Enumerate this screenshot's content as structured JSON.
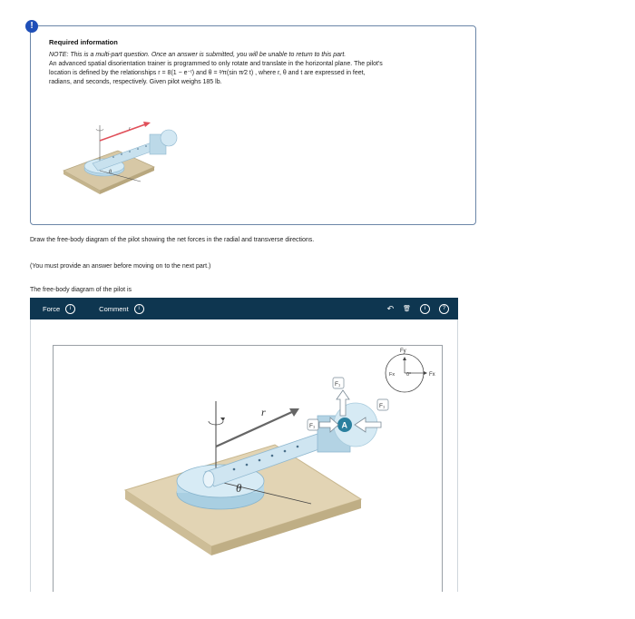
{
  "info": {
    "alert_symbol": "!",
    "title": "Required information",
    "note_line1_italic": "NOTE: This is a multi-part question. Once an answer is submitted, you will be unable to return to this part.",
    "note_line2": "An advanced spatial disorientation trainer is programmed to only rotate and translate in the horizontal plane. The pilot's",
    "note_line3": "location is defined by the relationships r = 8(1 − e⁻ᵗ) and θ = ²⁄π(sin π⁄2 t) , where r, θ and t are expressed in feet,",
    "note_line4": "radians, and seconds, respectively. Given pilot weighs 185 lb."
  },
  "question": {
    "text": "Draw the free-body diagram of the pilot showing the net forces in the radial and transverse directions.",
    "note": "(You must provide an answer before moving on to the next part.)",
    "caption": "The free-body diagram of the pilot is"
  },
  "toolbar": {
    "force_label": "Force",
    "comment_label": "Comment",
    "info_symbol": "i",
    "undo_symbol": "↶",
    "trash_symbol": "🗑",
    "help_symbol": "?"
  },
  "figure": {
    "r_label": "r",
    "theta_label": "θ",
    "point_label": "A",
    "f1_label": "F₁",
    "f2_label": "F₁",
    "f3_label": "F₁"
  },
  "legend": {
    "fy": "Fy",
    "fx_right": "Fx",
    "fx_left": "Fx",
    "zero": "0°"
  },
  "colors": {
    "toolbar_bg": "#0e3650",
    "alert_blue": "#1f4fb8",
    "point_teal": "#2a7f9e",
    "arrow_red": "#e0505a"
  }
}
